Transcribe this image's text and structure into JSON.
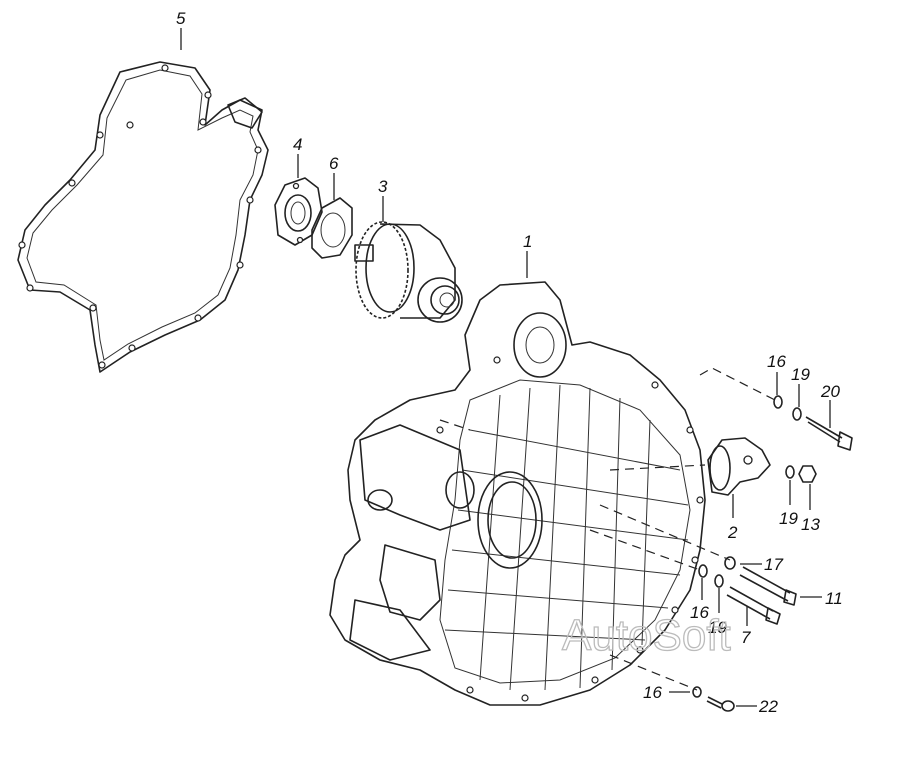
{
  "diagram": {
    "type": "exploded parts diagram",
    "watermark": "AutoSoft",
    "callouts": [
      {
        "id": "5"
      },
      {
        "id": "4"
      },
      {
        "id": "6"
      },
      {
        "id": "3"
      },
      {
        "id": "1"
      },
      {
        "id": "16"
      },
      {
        "id": "19"
      },
      {
        "id": "20"
      },
      {
        "id": "2"
      },
      {
        "id": "19"
      },
      {
        "id": "13"
      },
      {
        "id": "17"
      },
      {
        "id": "11"
      },
      {
        "id": "16"
      },
      {
        "id": "19"
      },
      {
        "id": "7"
      },
      {
        "id": "16"
      },
      {
        "id": "22"
      }
    ]
  }
}
